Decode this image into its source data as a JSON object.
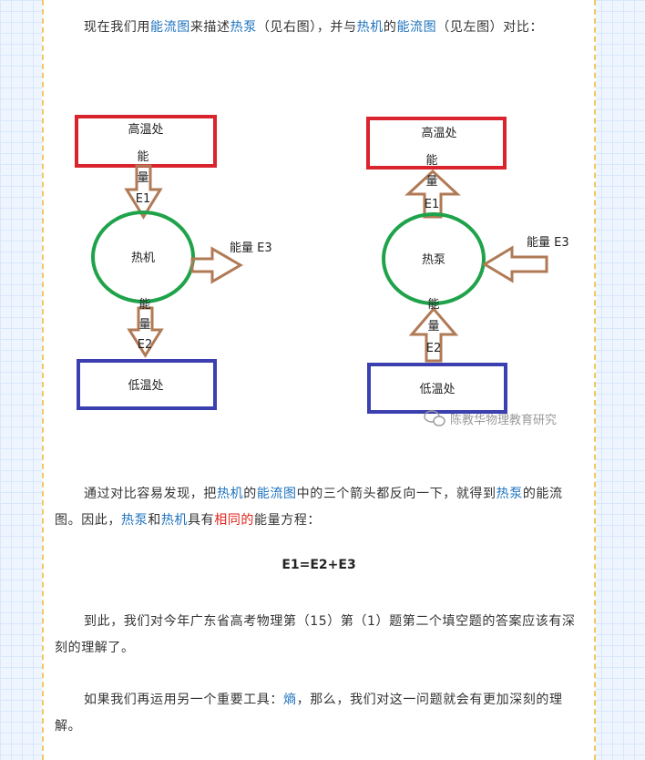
{
  "intro": {
    "t1": "现在我们用",
    "k1": "能流图",
    "t2": "来描述",
    "k2": "热泵",
    "t3": "（见右图），并与",
    "k3": "热机",
    "t4": "的",
    "k4": "能流图",
    "t5": "（见左图）对比："
  },
  "diagram": {
    "left": {
      "top_box": "高温处",
      "top_arrow_chars": [
        "能",
        "量",
        "E1"
      ],
      "center": "热机",
      "side_label": "能量 E3",
      "bottom_arrow_chars": [
        "能",
        "量",
        "E2"
      ],
      "bottom_box": "低温处"
    },
    "right": {
      "top_box": "高温处",
      "top_arrow_chars": [
        "能",
        "量",
        "E1"
      ],
      "center": "热泵",
      "side_label": "能量 E3",
      "bottom_arrow_chars": [
        "能",
        "量",
        "E2"
      ],
      "bottom_box": "低温处"
    },
    "watermark": "陈教华物理教育研究",
    "colors": {
      "red_box": "#d9232d",
      "blue_box": "#3b3fb0",
      "circle": "#1fa34a",
      "arrow_stroke": "#b07a55"
    }
  },
  "para2": {
    "t1": "通过对比容易发现，把",
    "k1": "热机",
    "t2": "的",
    "k2": "能流图",
    "t3": "中的三个箭头都反向一下，就得到",
    "k3": "热泵",
    "t4": "的能流图。因此，",
    "k4": "热泵",
    "t5": "和",
    "k5": "热机",
    "t6": "具有",
    "r1": "相同的",
    "t7": "能量方程："
  },
  "equation": "E1=E2+E3",
  "para3": "到此，我们对今年广东省高考物理第（15）第（1）题第二个填空题的答案应该有深刻的理解了。",
  "para4": {
    "t1": "如果我们再运用另一个重要工具：",
    "k1": "熵",
    "t2": "，那么，我们对这一问题就会有更加深刻的理解。"
  }
}
